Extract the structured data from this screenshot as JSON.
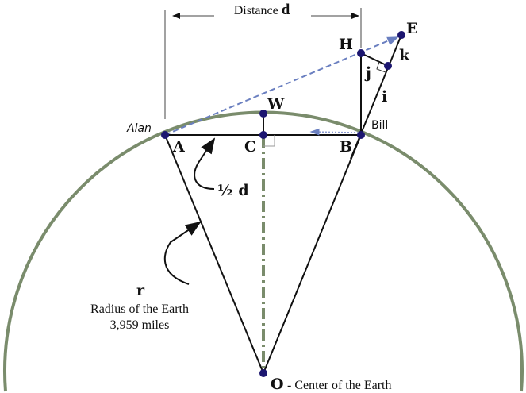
{
  "colors": {
    "earth": "#7a8c6c",
    "dot": "#1c1670",
    "dashed": "#6a7fc0",
    "line": "#111111"
  },
  "labels": {
    "distance_prefix": "Distance ",
    "distance_var": "d",
    "A": "A",
    "B": "B",
    "C": "C",
    "W": "W",
    "H": "H",
    "E": "E",
    "O": "O",
    "i": "i",
    "j": "j",
    "k": "k",
    "alan": "Alan",
    "bill": "Bill",
    "half_d": "½ d",
    "r": "r",
    "radius_line1": "Radius of the Earth",
    "radius_line2": "3,959 miles",
    "center": " - Center of the Earth"
  }
}
